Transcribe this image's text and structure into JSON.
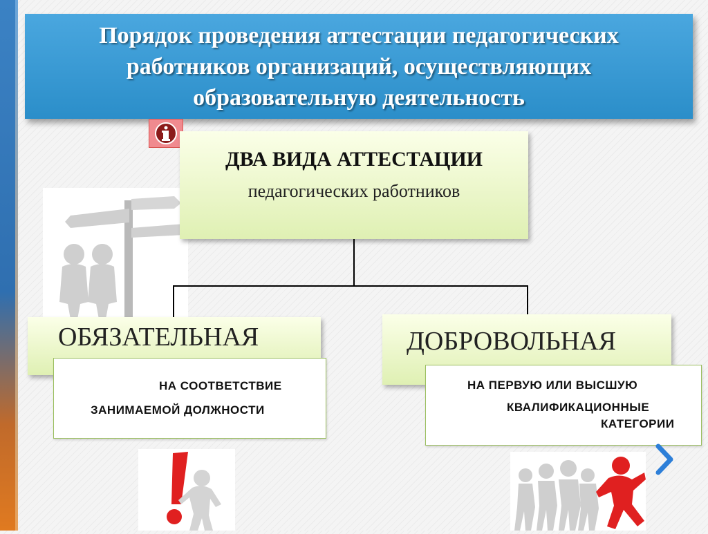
{
  "slide": {
    "title": "Порядок проведения аттестации педагогических\nработников организаций, осуществляющих\nобразовательную деятельность",
    "info_icon": "info-icon",
    "center": {
      "title": "ДВА ВИДА АТТЕСТАЦИИ",
      "subtitle": "педагогических работников"
    },
    "left_type": {
      "label": "ОБЯЗАТЕЛЬНАЯ",
      "line1": "НА  СООТВЕТСТВИЕ",
      "line2": "ЗАНИМАЕМОЙ ДОЛЖНОСТИ"
    },
    "right_type": {
      "label": "ДОБРОВОЛЬНАЯ",
      "line1": "НА  ПЕРВУЮ ИЛИ ВЫСШУЮ",
      "line2": "КВАЛИФИКАЦИОННЫЕ",
      "line3": "КАТЕГОРИИ"
    },
    "nav_icon": "chevron-right-icon"
  },
  "colors": {
    "title_bg": "#2b8ec9",
    "box_green": "#dff0b3",
    "accent_red": "#e02020",
    "chevron_blue": "#2d7fd8"
  }
}
